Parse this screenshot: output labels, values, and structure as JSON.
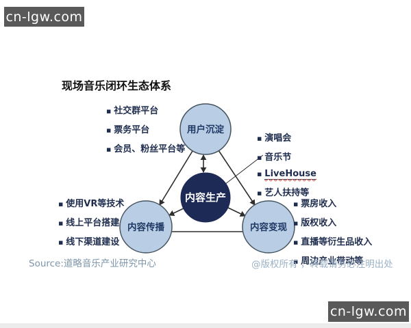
{
  "watermark": {
    "text": "cn-lgw.com"
  },
  "title": "现场音乐闭环生态体系",
  "nodes": {
    "user": {
      "label": "用户沉淀"
    },
    "production": {
      "label": "内容生产"
    },
    "spread": {
      "label": "内容传播"
    },
    "monetize": {
      "label": "内容变现"
    }
  },
  "lists": {
    "user_platforms": {
      "items": [
        "社交群平台",
        "票务平台",
        "会员、粉丝平台等"
      ]
    },
    "spread_channels": {
      "items": [
        "使用VR等技术",
        "线上平台搭建",
        "线下渠道建设"
      ]
    },
    "production_forms": {
      "items": [
        "演唱会",
        "音乐节",
        "LiveHouse",
        "艺人扶持等"
      ]
    },
    "monetize_sources": {
      "items": [
        "票房收入",
        "版权收入",
        "直播等衍生品收入",
        "周边产业带动等"
      ]
    }
  },
  "footer": {
    "source": "Source:道略音乐产业研究中心",
    "copyright": "@版权所有 ，转载请务必注明出处"
  },
  "colors": {
    "watermark_bg": "#595959",
    "watermark_fg": "#ffffff",
    "title_color": "#111111",
    "bullet_color": "#1f2d4e",
    "circle_fill": "#b9cee4",
    "circle_stroke": "#44525e",
    "dark_circle_fill": "#1e2a56",
    "node_label_color": "#1f3864",
    "line_color": "#2e2e2e",
    "squiggle_color": "#cf4f43",
    "source_color": "#7d95aa",
    "copyright_color": "#9cb1c4"
  }
}
